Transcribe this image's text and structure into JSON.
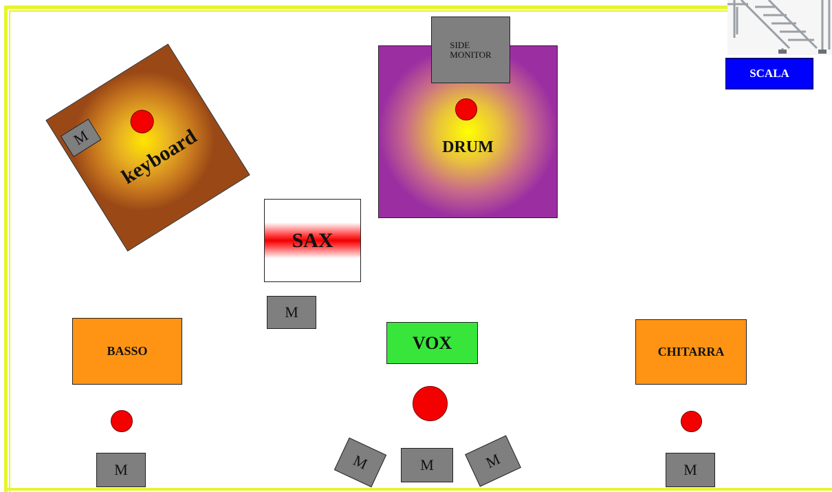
{
  "stage": {
    "border_color": "#e6f52a"
  },
  "elements": {
    "keyboard": {
      "label": "keyboard",
      "monitor_label": "M"
    },
    "drum": {
      "label": "DRUM"
    },
    "side_monitor": {
      "label_line1": "SIDE",
      "label_line2": "MONITOR"
    },
    "sax": {
      "label": "SAX",
      "monitor_label": "M"
    },
    "basso": {
      "label": "BASSO",
      "monitor_label": "M"
    },
    "vox": {
      "label": "VOX",
      "monitor_labels": [
        "M",
        "M",
        "M"
      ]
    },
    "chitarra": {
      "label": "CHITARRA",
      "monitor_label": "M"
    },
    "scala": {
      "label": "SCALA"
    }
  },
  "colors": {
    "mic": "#f40000",
    "monitor": "#7f7f7f",
    "basso": "#ff9414",
    "chitarra": "#ff9414",
    "vox": "#38e63b",
    "scala": "#0000ff"
  },
  "icons": {
    "stairs": "stairs-photo",
    "mic": "microphone-dot"
  }
}
